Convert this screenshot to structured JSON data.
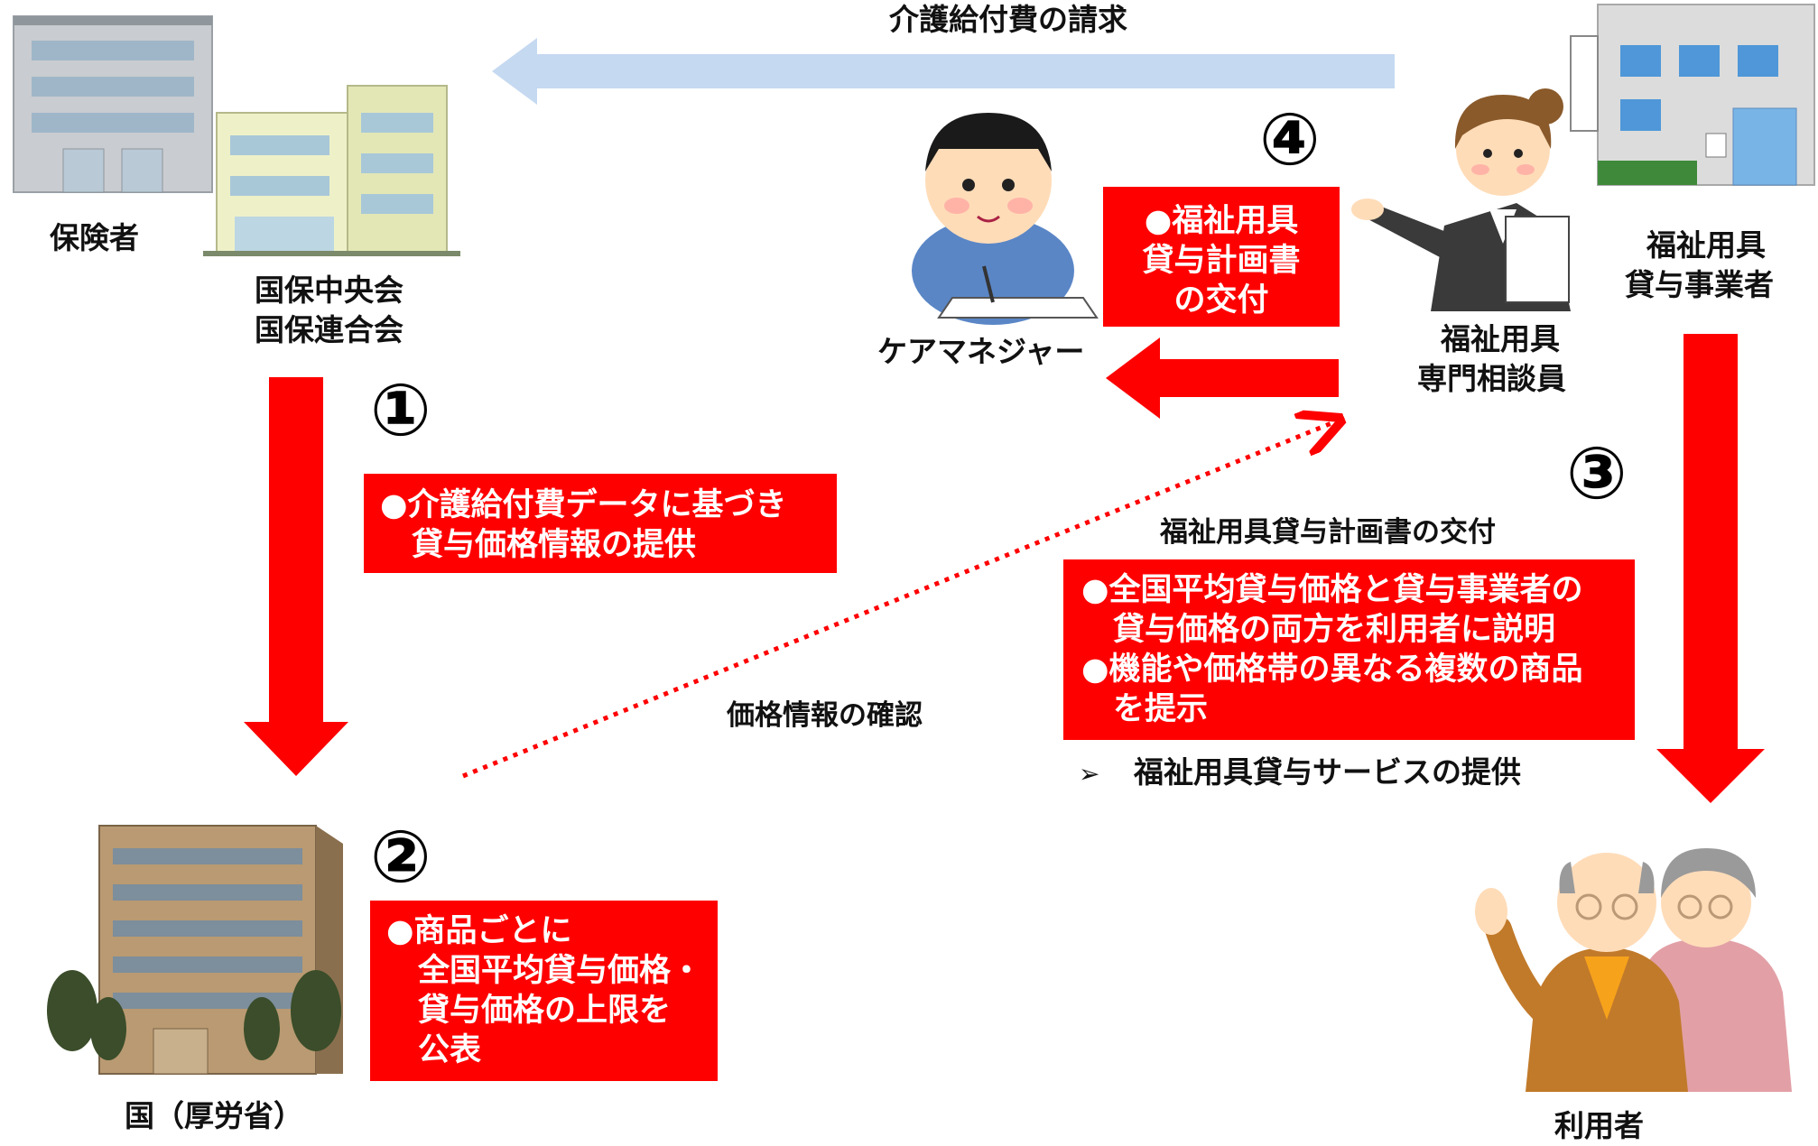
{
  "top_arrow_label": "介護給付費の請求",
  "actors": {
    "insurer": "保険者",
    "kokuho_line1": "国保中央会",
    "kokuho_line2": "国保連合会",
    "care_manager": "ケアマネジャー",
    "consultant_line1": "福祉用具",
    "consultant_line2": "専門相談員",
    "provider_line1": "福祉用具",
    "provider_line2": "貸与事業者",
    "government": "国（厚労省）",
    "user": "利用者"
  },
  "steps": {
    "s1": "①",
    "s2": "②",
    "s3": "③",
    "s4": "④"
  },
  "box1": {
    "lines": [
      "●介護給付費データに基づき",
      "　貸与価格情報の提供"
    ]
  },
  "box2": {
    "lines": [
      "●商品ごとに",
      "　全国平均貸与価格・",
      "　貸与価格の上限を",
      "　公表"
    ]
  },
  "box3": {
    "lines": [
      "●全国平均貸与価格と貸与事業者の",
      "　貸与価格の両方を利用者に説明",
      "●機能や価格帯の異なる複数の商品",
      "　を提示"
    ]
  },
  "box4": {
    "lines": [
      "●福祉用具",
      "貸与計画書",
      "の交付"
    ]
  },
  "step3_heading": "福祉用具貸与計画書の交付",
  "step3_bullet_marker": "➢",
  "step3_bullet": "福祉用具貸与サービスの提供",
  "price_check_label": "価格情報の確認",
  "colors": {
    "red": "#ff0000",
    "light_blue": "#c5d9f1"
  },
  "icons": [
    "insurer-building-icon",
    "kokuho-building-icon",
    "care-manager-icon",
    "consultant-icon",
    "provider-building-icon",
    "government-building-icon",
    "elderly-couple-icon"
  ]
}
